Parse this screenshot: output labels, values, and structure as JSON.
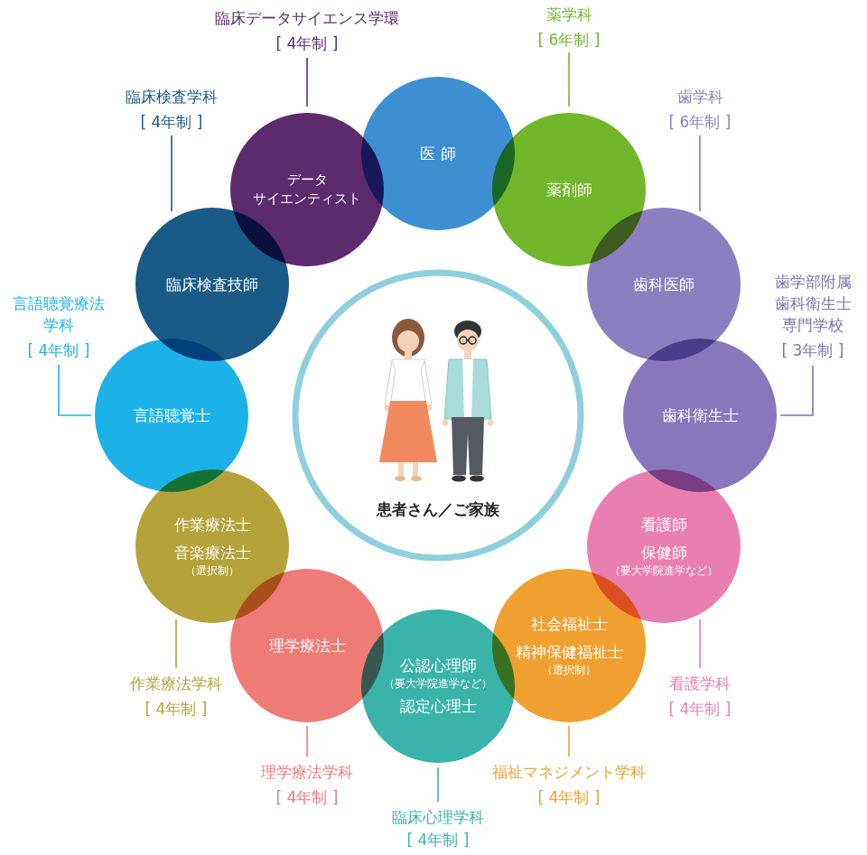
{
  "diagram": {
    "nodes": [
      {
        "text": [
          "医 師"
        ]
      },
      {
        "text": [
          "薬剤師"
        ]
      },
      {
        "text": [
          "歯科医師"
        ]
      },
      {
        "text": [
          "歯科衛生士"
        ]
      },
      {
        "text": [
          "看護師",
          "保健師",
          "（要大学院進学など）"
        ]
      },
      {
        "text": [
          "社会福祉士",
          "精神保健福祉士",
          "（選択制）"
        ]
      },
      {
        "text": [
          "公認心理師",
          "（要大学院進学など）",
          "認定心理士"
        ]
      },
      {
        "text": [
          "理学療法士"
        ]
      },
      {
        "text": [
          "作業療法士",
          "音楽療法士",
          "（選択制）"
        ]
      },
      {
        "text": [
          "言語聴覚士"
        ]
      },
      {
        "text": [
          "臨床検査技師"
        ]
      },
      {
        "text": [
          "データ サイエンティスト"
        ]
      },
      {
        "text": [
          "患者さん／ご家族"
        ]
      }
    ],
    "labels": [
      "臨床データサイエンス学環",
      "[ 4年制 ]",
      "薬学科",
      "[ 6年制 ]",
      "歯学科",
      "[ 6年制 ]",
      "歯学部附属歯科衛生士専門学校",
      "[ 3年制 ]",
      "看護学科",
      "[ 4年制 ]",
      "福祉マネジメント学科",
      "[ 4年制 ]",
      "臨床心理学科",
      "[ 4年制 ]",
      "理学療法学科",
      "[ 4年制 ]",
      "作業療法学科",
      "[ 4年制 ]",
      "言語聴覚療法学科",
      "[ 4年制 ]",
      "臨床検査学科",
      "[ 4年制 ]"
    ]
  }
}
